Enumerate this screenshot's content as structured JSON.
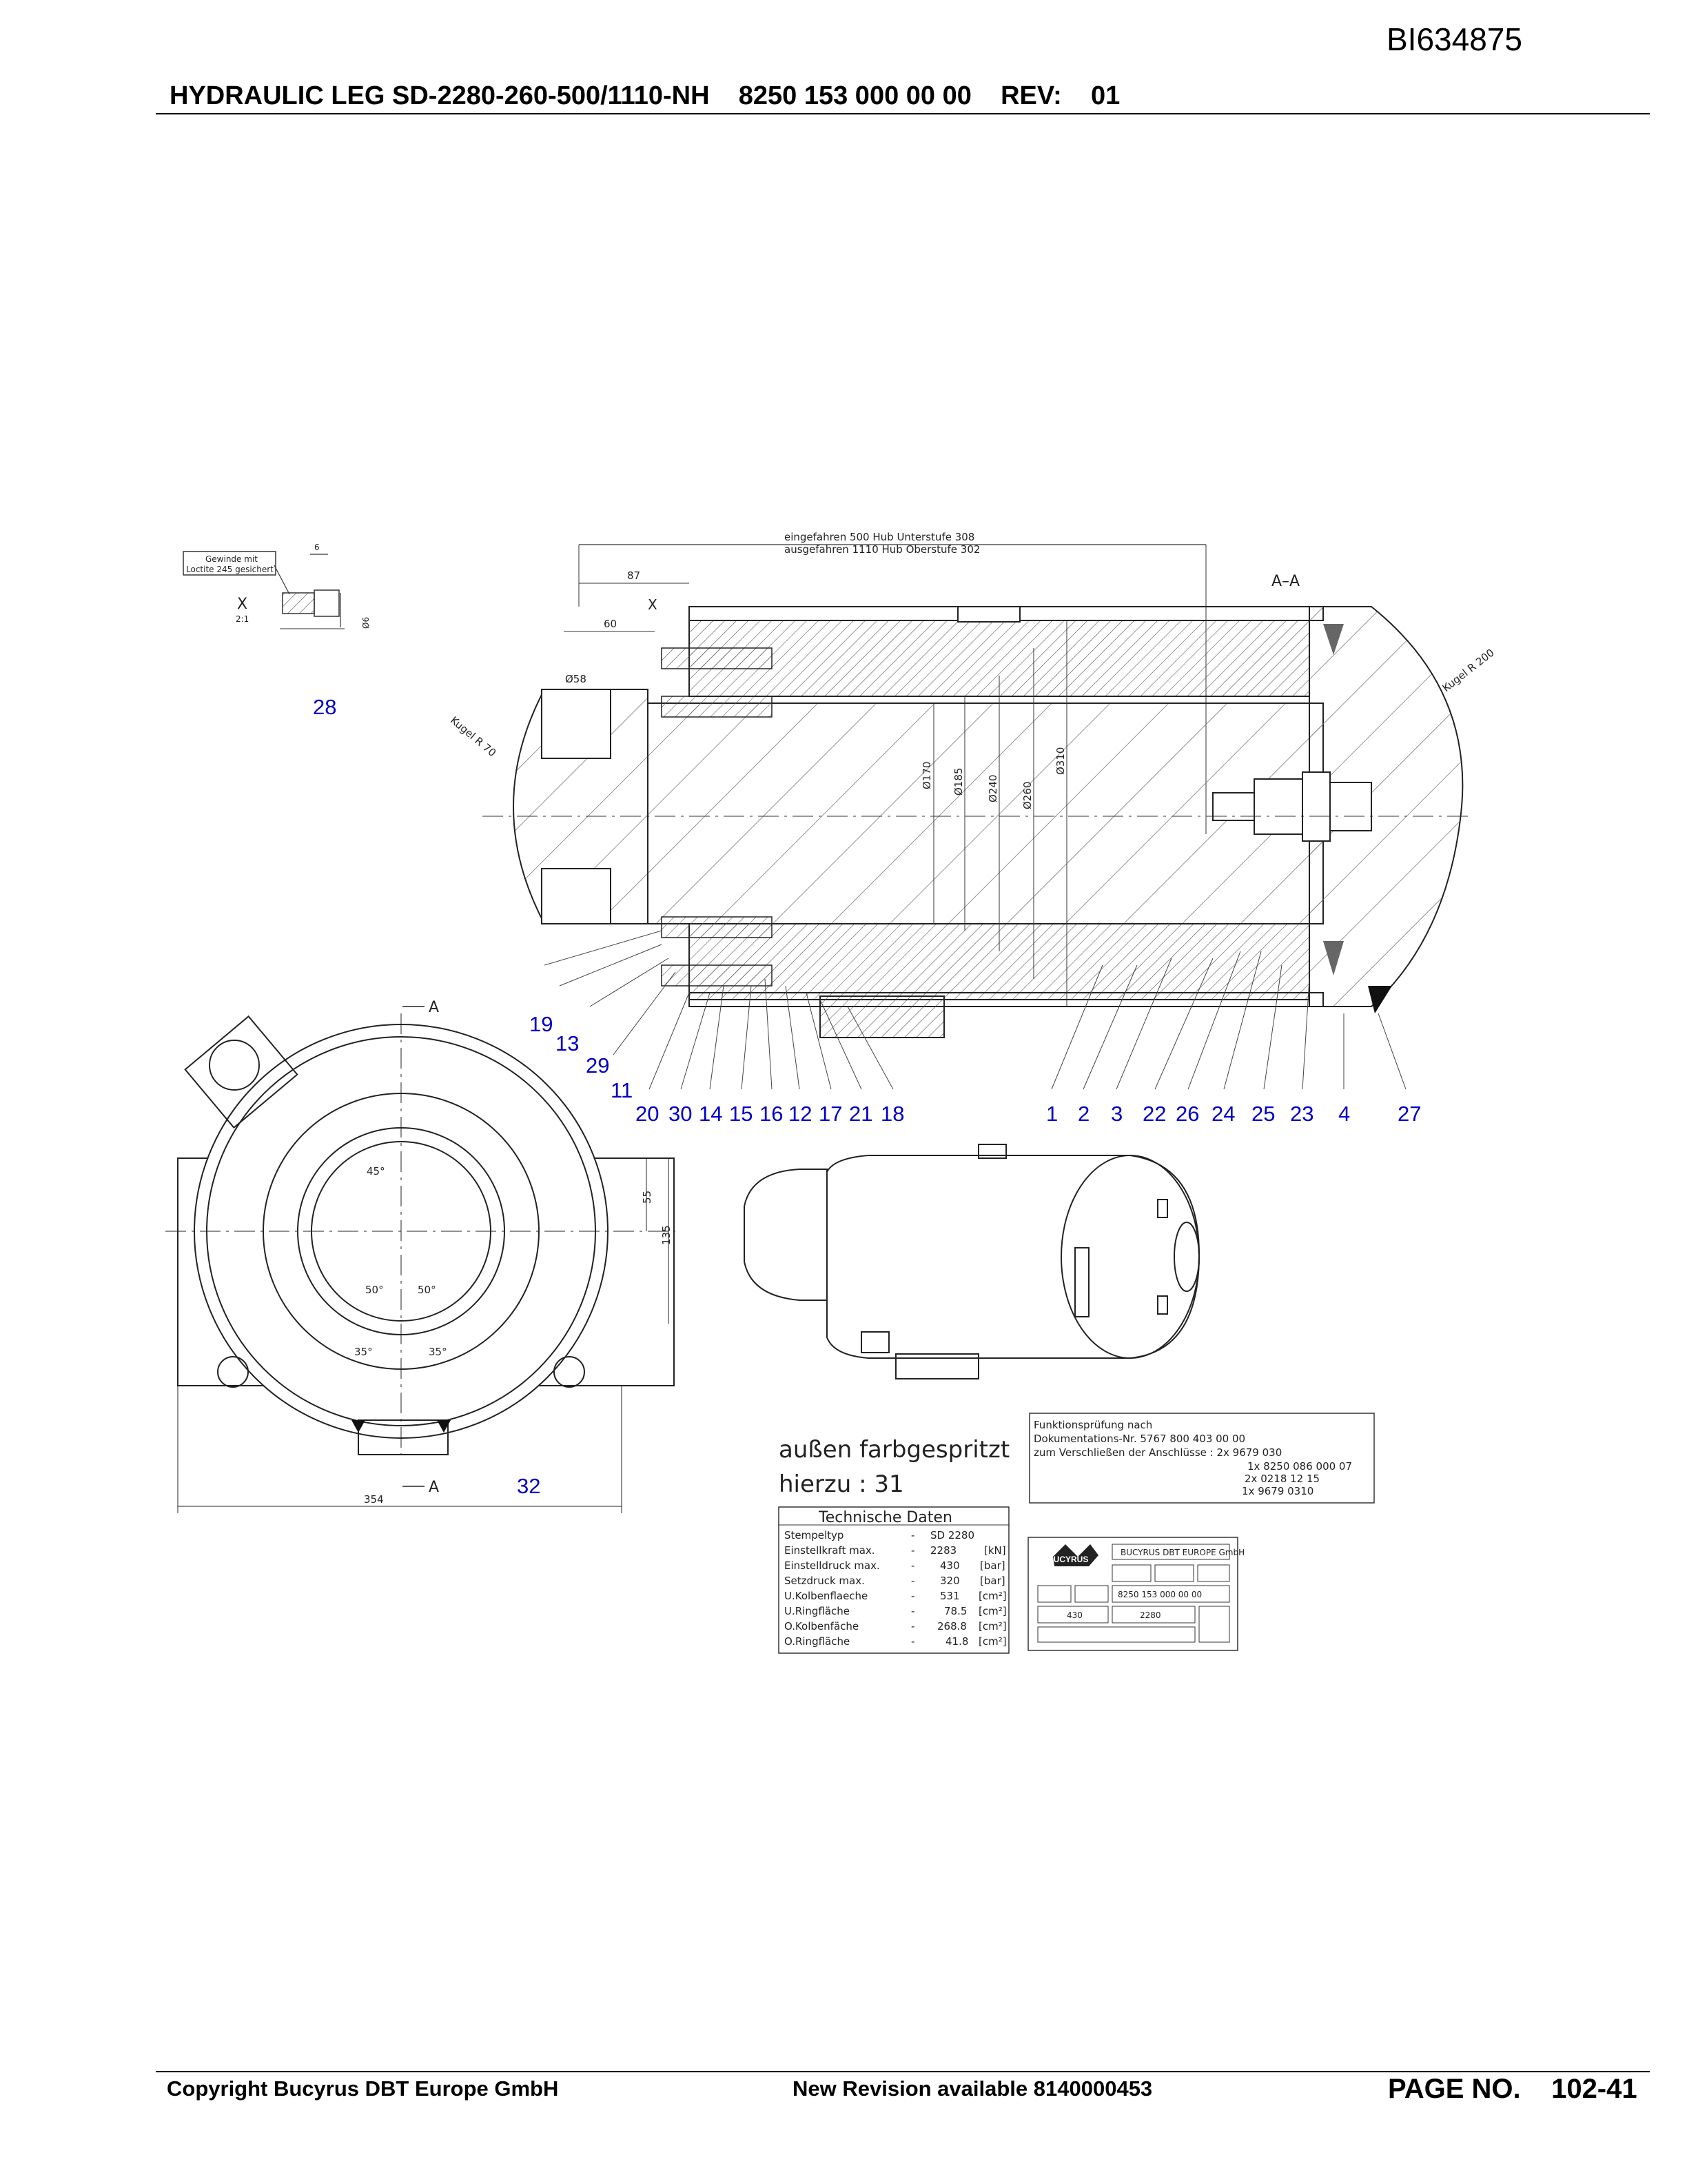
{
  "doc_id": "BI634875",
  "header": {
    "title": "HYDRAULIC LEG SD-2280-260-500/1110-NH    8250 153 000 00 00    REV:    01"
  },
  "footer": {
    "copyright": "Copyright Bucyrus DBT Europe GmbH",
    "revision_note": "New Revision available 8140000453",
    "page": "PAGE NO.    102-41"
  },
  "drawing": {
    "detail_x": {
      "note_line1": "Gewinde mit",
      "note_line2": "Loctite 245 gesichert",
      "label": "X",
      "scale": "2:1",
      "dim_6": "6",
      "dim_d6": "Ø6"
    },
    "stroke_dims": {
      "line1": "eingefahren  500    Hub Unterstufe  308",
      "line2": "ausgefahren 1110    Hub  Oberstufe  302"
    },
    "dims": {
      "d87": "87",
      "d60": "60",
      "d58": "Ø58",
      "x_mark": "X",
      "section": "A–A",
      "kugel_r70": "Kugel R 70",
      "kugel_r200": "Kugel R 200",
      "d170": "Ø170",
      "d185": "Ø185",
      "d240": "Ø240",
      "d260": "Ø260",
      "d310": "Ø310"
    },
    "end_view": {
      "a_top": "A",
      "a_bottom": "A",
      "ang45": "45°",
      "ang50a": "50°",
      "ang50b": "50°",
      "ang35a": "35°",
      "ang35b": "35°",
      "d55": "55",
      "d135": "135",
      "d354": "354"
    },
    "callouts": [
      "19",
      "13",
      "29",
      "11",
      "20",
      "30",
      "14",
      "15",
      "16",
      "12",
      "17",
      "21",
      "18",
      "1",
      "2",
      "3",
      "22",
      "26",
      "24",
      "25",
      "23",
      "4",
      "27",
      "28",
      "32"
    ],
    "paint_note": {
      "line1": "außen farbgespritzt",
      "line2": "hierzu : 31"
    },
    "function_test": {
      "line1": "Funktionsprüfung nach",
      "line2": "Dokumentations-Nr. 5767 800 403 00 00",
      "line3": "zum Verschließen der Anschlüsse : 2x 9679 030",
      "line4": "1x 8250 086 000 07",
      "line5": "2x 0218 12 15",
      "line6": "1x 9679 0310"
    },
    "tech_data": {
      "title": "Technische Daten",
      "rows": [
        {
          "label": "Stempeltyp",
          "dash": "-",
          "value": "SD 2280",
          "unit": ""
        },
        {
          "label": "Einstellkraft max.",
          "dash": "-",
          "value": "2283",
          "unit": "[kN]"
        },
        {
          "label": "Einstelldruck max.",
          "dash": "-",
          "value": "430",
          "unit": "[bar]"
        },
        {
          "label": "Setzdruck max.",
          "dash": "-",
          "value": "320",
          "unit": "[bar]"
        },
        {
          "label": "U.Kolbenflaeche",
          "dash": "-",
          "value": "531",
          "unit": "[cm²]"
        },
        {
          "label": "U.Ringfläche",
          "dash": "-",
          "value": "78.5",
          "unit": "[cm²]"
        },
        {
          "label": "O.Kolbenfäche",
          "dash": "-",
          "value": "268.8",
          "unit": "[cm²]"
        },
        {
          "label": "O.Ringfläche",
          "dash": "-",
          "value": "41.8",
          "unit": "[cm²]"
        }
      ]
    },
    "nameplate": {
      "brand": "BUCYRUS",
      "company": "BUCYRUS DBT EUROPE GmbH",
      "part_no": "8250 153 000 00 00",
      "pressure": "430",
      "type": "2280"
    }
  }
}
